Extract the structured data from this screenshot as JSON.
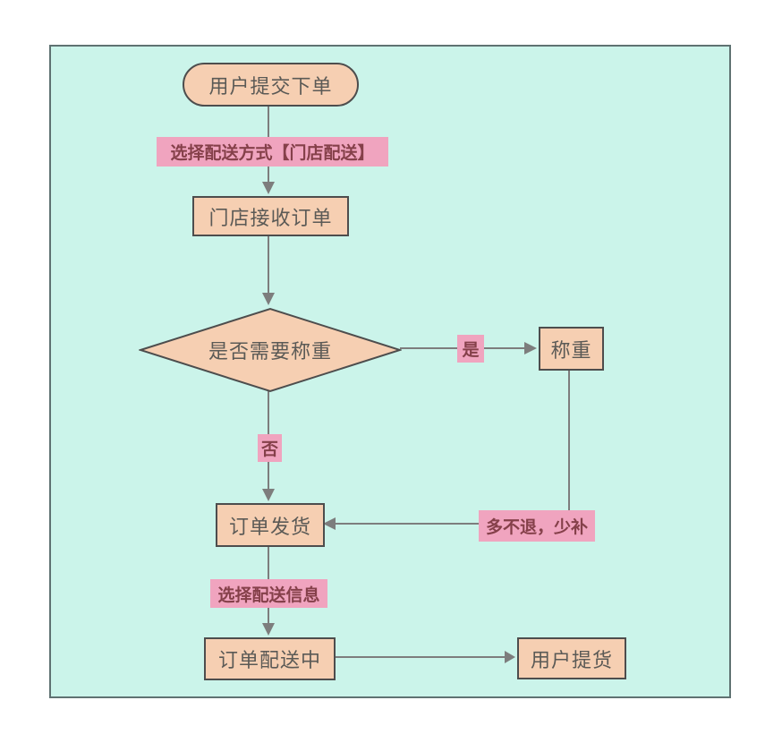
{
  "flowchart": {
    "title": "store-delivery-order-flow",
    "colors": {
      "canvas_bg": "#cbf4ea",
      "canvas_border": "#5f7272",
      "node_fill": "#f6cfb2",
      "node_border": "#4d4d4d",
      "node_text": "#5b5a56",
      "label_bg": "#f0a4bf",
      "label_text": "#85404a",
      "connector": "#7d7d7d"
    },
    "nodes": {
      "start": "用户提交下单",
      "receive": "门店接收订单",
      "decision": "是否需要称重",
      "weigh": "称重",
      "ship": "订单发货",
      "delivering": "订单配送中",
      "pickup": "用户提货"
    },
    "labels": {
      "delivery_method": "选择配送方式【门店配送】",
      "yes": "是",
      "no": "否",
      "weigh_rule": "多不退，少补",
      "delivery_info": "选择配送信息"
    }
  }
}
